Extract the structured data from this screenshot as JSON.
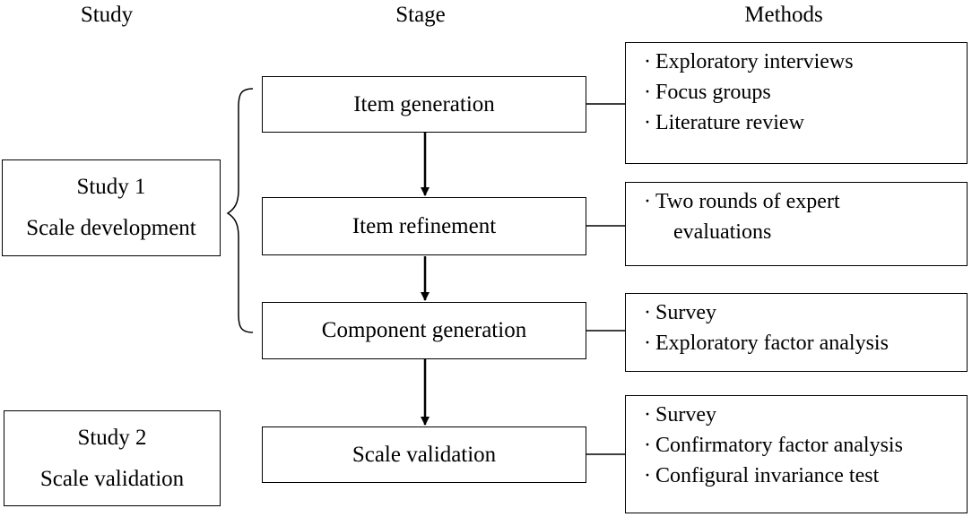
{
  "headers": {
    "study": "Study",
    "stage": "Stage",
    "methods": "Methods"
  },
  "studies": [
    {
      "title": "Study 1",
      "subtitle": "Scale development"
    },
    {
      "title": "Study 2",
      "subtitle": "Scale validation"
    }
  ],
  "stages": [
    {
      "label": "Item generation"
    },
    {
      "label": "Item refinement"
    },
    {
      "label": "Component generation"
    },
    {
      "label": "Scale validation"
    }
  ],
  "bullet": "·",
  "methods": [
    {
      "lines": [
        "Exploratory interviews",
        "Focus groups",
        "Literature review"
      ]
    },
    {
      "lines": [
        "Two rounds of expert",
        "evaluations"
      ]
    },
    {
      "lines": [
        "Survey",
        "Exploratory factor analysis"
      ]
    },
    {
      "lines": [
        "Survey",
        "Confirmatory factor analysis",
        "Configural invariance test"
      ]
    }
  ]
}
